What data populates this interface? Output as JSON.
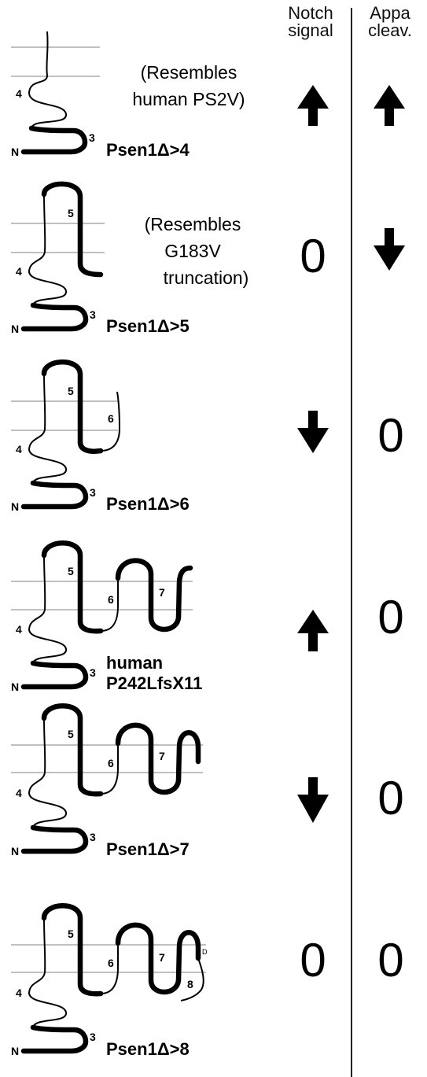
{
  "headers": {
    "notch_line1": "Notch",
    "notch_line2": "signal",
    "appa_line1": "Appa",
    "appa_line2": "cleav."
  },
  "rows": [
    {
      "label_lines": [
        "Psen1Δ>4"
      ],
      "note_lines": [
        "(Resembles",
        "human PS2V)"
      ],
      "helix_numbers": [
        "4",
        "3",
        "N"
      ],
      "notch": {
        "symbol": "up-arrow"
      },
      "appa": {
        "symbol": "up-arrow"
      }
    },
    {
      "label_lines": [
        "Psen1Δ>5"
      ],
      "note_lines": [
        "(Resembles",
        "G183V",
        "truncation)"
      ],
      "helix_numbers": [
        "5",
        "4",
        "3",
        "N"
      ],
      "notch": {
        "symbol": "zero",
        "text": "0"
      },
      "appa": {
        "symbol": "down-arrow"
      }
    },
    {
      "label_lines": [
        "Psen1Δ>6"
      ],
      "note_lines": [],
      "helix_numbers": [
        "5",
        "6",
        "4",
        "3",
        "N"
      ],
      "notch": {
        "symbol": "down-arrow"
      },
      "appa": {
        "symbol": "zero",
        "text": "0"
      }
    },
    {
      "label_lines": [
        "human",
        "P242LfsX11"
      ],
      "note_lines": [],
      "helix_numbers": [
        "5",
        "6",
        "7",
        "4",
        "3",
        "N"
      ],
      "notch": {
        "symbol": "up-arrow"
      },
      "appa": {
        "symbol": "zero",
        "text": "0"
      }
    },
    {
      "label_lines": [
        "Psen1Δ>7"
      ],
      "note_lines": [],
      "helix_numbers": [
        "5",
        "6",
        "7",
        "4",
        "3",
        "N"
      ],
      "notch": {
        "symbol": "down-arrow"
      },
      "appa": {
        "symbol": "zero",
        "text": "0"
      }
    },
    {
      "label_lines": [
        "Psen1Δ>8"
      ],
      "note_lines": [],
      "helix_numbers": [
        "5",
        "6",
        "7",
        "8",
        "D",
        "4",
        "3",
        "N"
      ],
      "notch": {
        "symbol": "zero",
        "text": "0"
      },
      "appa": {
        "symbol": "zero",
        "text": "0"
      }
    }
  ]
}
